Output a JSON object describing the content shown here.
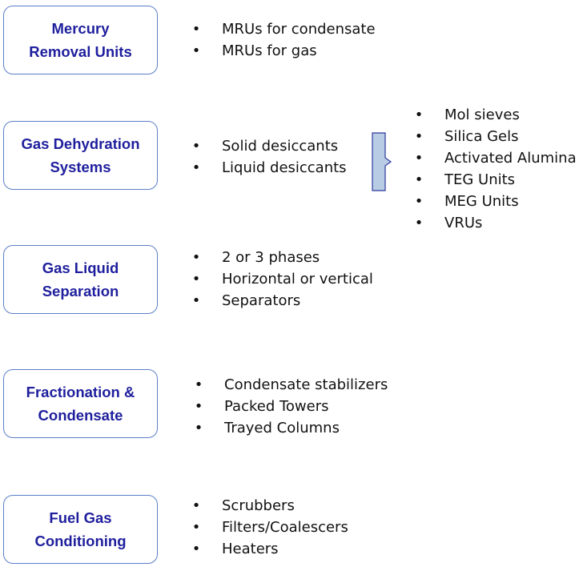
{
  "categories": [
    {
      "label": "Mercury\nRemoval Units",
      "items": [
        "MRUs for condensate",
        "MRUs for gas"
      ]
    },
    {
      "label": "Gas Dehydration\nSystems",
      "items": [
        "Solid desiccants",
        "Liquid desiccants"
      ]
    },
    {
      "label": "Gas Liquid\nSeparation",
      "items": [
        "2 or 3 phases",
        "Horizontal or vertical",
        "Separators"
      ]
    },
    {
      "label": "Fractionation &\nCondensate",
      "items": [
        "Condensate stabilizers",
        "Packed Towers",
        "Trayed Columns"
      ]
    },
    {
      "label": "Fuel Gas\nConditioning",
      "items": [
        "Scrubbers",
        "Filters/Coalescers",
        "Heaters"
      ]
    }
  ],
  "dehydration_subitems": [
    "Mol sieves",
    "Silica Gels",
    "Activated Alumina",
    "TEG Units",
    "MEG Units",
    "VRUs"
  ],
  "bullet_glyph": "•",
  "colors": {
    "box_border": "#5b7fc7",
    "box_text": "#1f1f9e",
    "arrow_fill": "#b8cce4",
    "arrow_border": "#2e3a9e"
  }
}
